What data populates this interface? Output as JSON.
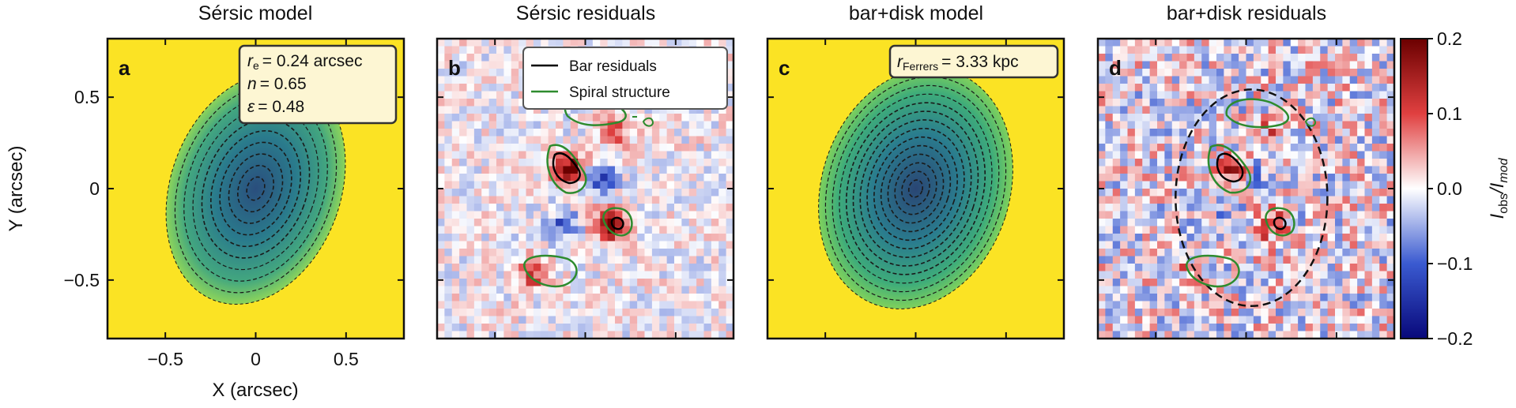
{
  "chart_data": [
    {
      "panel_label": "a",
      "title": "Sérsic model",
      "type": "heatmap",
      "xlabel": "X (arcsec)",
      "ylabel": "Y (arcsec)",
      "xlim": [
        -0.82,
        0.82
      ],
      "ylim": [
        -0.82,
        0.82
      ],
      "xticks": [
        -0.5,
        0,
        0.5
      ],
      "xtick_labels": [
        "−0.5",
        "0",
        "0.5"
      ],
      "yticks": [
        0.5,
        0,
        -0.5
      ],
      "ytick_labels": [
        "0.5",
        "0",
        "−0.5"
      ],
      "model": {
        "center": [
          0.0,
          0.0
        ],
        "semi_axes": [
          0.47,
          0.66
        ],
        "angle_deg": 20,
        "levels": 9
      },
      "textbox": [
        {
          "sym": "r",
          "sub": "e",
          "value": "= 0.24 arcsec"
        },
        {
          "sym": "n",
          "sub": "",
          "value": "= 0.65"
        },
        {
          "sym": "ε",
          "sub": "",
          "value": "= 0.48"
        }
      ]
    },
    {
      "panel_label": "b",
      "title": "Sérsic residuals",
      "type": "heatmap",
      "legend": [
        {
          "label": "Bar residuals",
          "color": "#000000"
        },
        {
          "label": "Spiral structure",
          "color": "#2e8b2e"
        }
      ],
      "features": [
        {
          "kind": "positive",
          "x": -0.08,
          "y": 0.1,
          "amp": 0.2
        },
        {
          "kind": "positive",
          "x": 0.13,
          "y": -0.2,
          "amp": 0.2
        },
        {
          "kind": "positive",
          "x": 0.15,
          "y": 0.32,
          "amp": 0.12
        },
        {
          "kind": "positive",
          "x": -0.3,
          "y": -0.47,
          "amp": 0.12
        },
        {
          "kind": "negative",
          "x": 0.08,
          "y": 0.05,
          "amp": -0.12
        },
        {
          "kind": "negative",
          "x": -0.12,
          "y": -0.2,
          "amp": -0.1
        }
      ]
    },
    {
      "panel_label": "c",
      "title": "bar+disk model",
      "type": "heatmap",
      "model": {
        "center": [
          0.0,
          0.0
        ],
        "semi_axes": [
          0.52,
          0.68
        ],
        "angle_deg": 18,
        "levels": 13
      },
      "textbox": [
        {
          "sym": "r",
          "sub": "Ferrers",
          "value": "= 3.33 kpc"
        }
      ]
    },
    {
      "panel_label": "d",
      "title": "bar+disk residuals",
      "type": "heatmap",
      "ellipse": {
        "center": [
          0.03,
          -0.05
        ],
        "semi_axes": [
          0.42,
          0.6
        ]
      },
      "colorbar": {
        "label_main": "I",
        "label_sub1": "obs",
        "label_sep": "/I",
        "label_sub2": "mod",
        "range": [
          -0.2,
          0.2
        ],
        "ticks": [
          0.2,
          0.1,
          0.0,
          -0.1,
          -0.2
        ],
        "tick_labels": [
          "0.2",
          "0.1",
          "0.0",
          "−0.1",
          "−0.2"
        ],
        "colors": [
          "#08087a",
          "#3a5ad0",
          "#ffffff",
          "#e04040",
          "#6b0000"
        ]
      }
    }
  ],
  "colors": {
    "model_background": "#fbe324",
    "model_outer": "#6cc564",
    "model_inner": "#26547c",
    "spiral_contour": "#2e8b2e",
    "bar_contour": "#000000",
    "textbox_fill": "#fdf6d3"
  }
}
